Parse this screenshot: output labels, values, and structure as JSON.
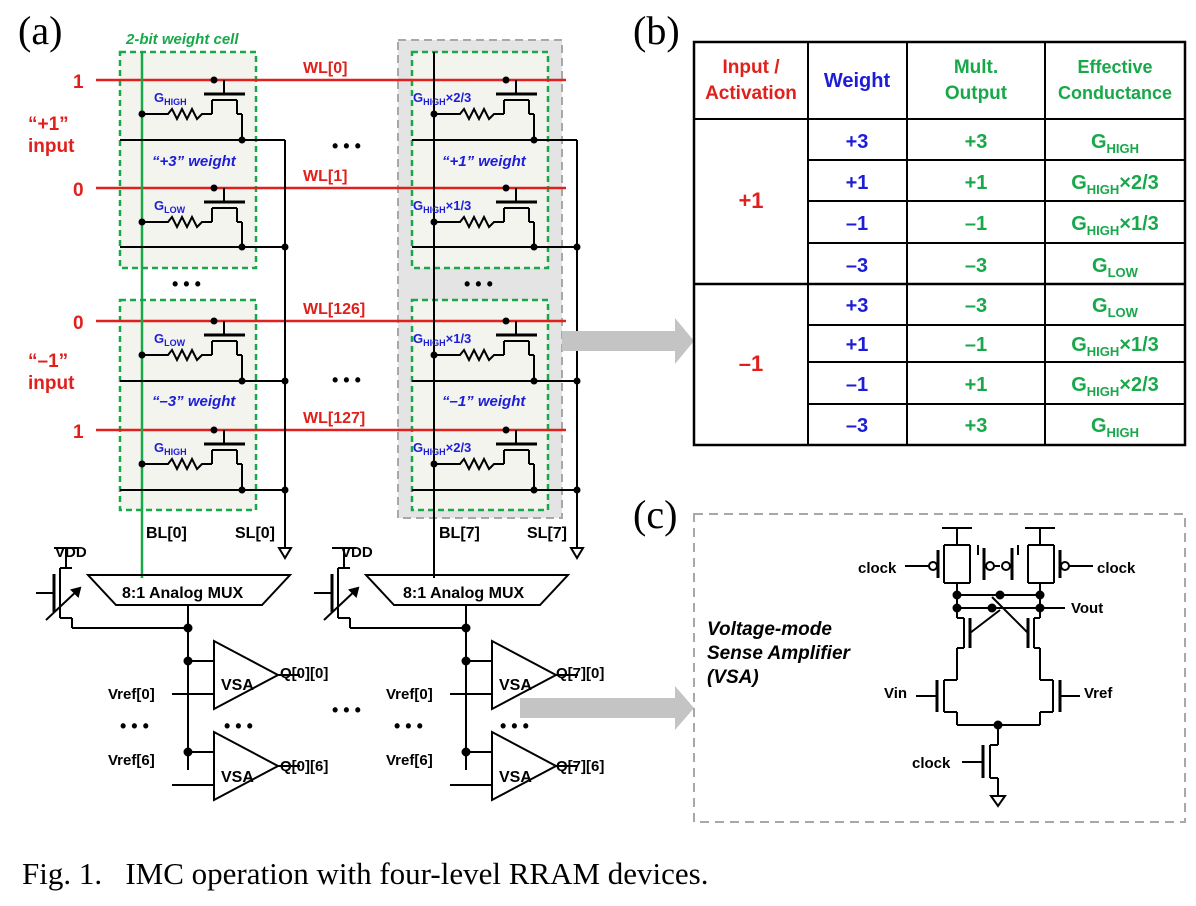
{
  "panels": {
    "a": "(a)",
    "b": "(b)",
    "c": "(c)"
  },
  "array": {
    "cell_title": "2-bit weight cell",
    "inputs": [
      {
        "value": "1",
        "wl": "WL[0]"
      },
      {
        "value": "0",
        "wl": "WL[1]"
      },
      {
        "value": "0",
        "wl": "WL[126]"
      },
      {
        "value": "1",
        "wl": "WL[127]"
      }
    ],
    "input_groups": [
      {
        "line1": "“+1”",
        "line2": "input"
      },
      {
        "line1": "“–1”",
        "line2": "input"
      }
    ],
    "col0": {
      "cells": [
        {
          "g": "G",
          "sub": "HIGH",
          "suffix": ""
        },
        {
          "g": "G",
          "sub": "LOW",
          "suffix": ""
        },
        {
          "g": "G",
          "sub": "LOW",
          "suffix": ""
        },
        {
          "g": "G",
          "sub": "HIGH",
          "suffix": ""
        }
      ],
      "weights": [
        "“+3” weight",
        "“–3” weight"
      ],
      "bl": "BL[0]",
      "sl": "SL[0]"
    },
    "col7": {
      "cells": [
        {
          "g": "G",
          "sub": "HIGH",
          "suffix": "×2/3"
        },
        {
          "g": "G",
          "sub": "HIGH",
          "suffix": "×1/3"
        },
        {
          "g": "G",
          "sub": "HIGH",
          "suffix": "×1/3"
        },
        {
          "g": "G",
          "sub": "HIGH",
          "suffix": "×2/3"
        }
      ],
      "weights": [
        "“+1” weight",
        "“–1” weight"
      ],
      "bl": "BL[7]",
      "sl": "SL[7]"
    },
    "ellipsis": "• • •",
    "vdd": "VDD",
    "mux": "8:1 Analog MUX",
    "vsa": "VSA",
    "vref": [
      "Vref[0]",
      "Vref[6]"
    ],
    "outputs0": [
      "Q[0][0]",
      "Q[0][6]"
    ],
    "outputs7": [
      "Q[7][0]",
      "Q[7][6]"
    ]
  },
  "table": {
    "headers": [
      {
        "line1": "Input /",
        "line2": "Activation",
        "color": "#e0201c"
      },
      {
        "line1": "Weight",
        "line2": "",
        "color": "#1d1dd8"
      },
      {
        "line1": "Mult.",
        "line2": "Output",
        "color": "#18a84a"
      },
      {
        "line1": "Effective",
        "line2": "Conductance",
        "color": "#18a84a"
      }
    ],
    "groups": [
      {
        "input": "+1",
        "rows": [
          {
            "weight": "+3",
            "output": "+3",
            "g": "G",
            "sub": "HIGH",
            "suffix": ""
          },
          {
            "weight": "+1",
            "output": "+1",
            "g": "G",
            "sub": "HIGH",
            "suffix": "×2/3"
          },
          {
            "weight": "–1",
            "output": "–1",
            "g": "G",
            "sub": "HIGH",
            "suffix": "×1/3"
          },
          {
            "weight": "–3",
            "output": "–3",
            "g": "G",
            "sub": "LOW",
            "suffix": ""
          }
        ]
      },
      {
        "input": "–1",
        "rows": [
          {
            "weight": "+3",
            "output": "–3",
            "g": "G",
            "sub": "LOW",
            "suffix": ""
          },
          {
            "weight": "+1",
            "output": "–1",
            "g": "G",
            "sub": "HIGH",
            "suffix": "×1/3"
          },
          {
            "weight": "–1",
            "output": "+1",
            "g": "G",
            "sub": "HIGH",
            "suffix": "×2/3"
          },
          {
            "weight": "–3",
            "output": "+3",
            "g": "G",
            "sub": "HIGH",
            "suffix": ""
          }
        ]
      }
    ]
  },
  "vsa_panel": {
    "title": [
      "Voltage-mode",
      "Sense Amplifier",
      "(VSA)"
    ],
    "clock": "clock",
    "vout": "Vout",
    "vin": "Vin",
    "vref": "Vref"
  },
  "caption": {
    "number": "Fig. 1.",
    "text": "IMC operation with four-level RRAM devices."
  },
  "colors": {
    "red": "#e0201c",
    "blue": "#1d1dd8",
    "green": "#18a84a",
    "gray": "#bdbdbd"
  }
}
